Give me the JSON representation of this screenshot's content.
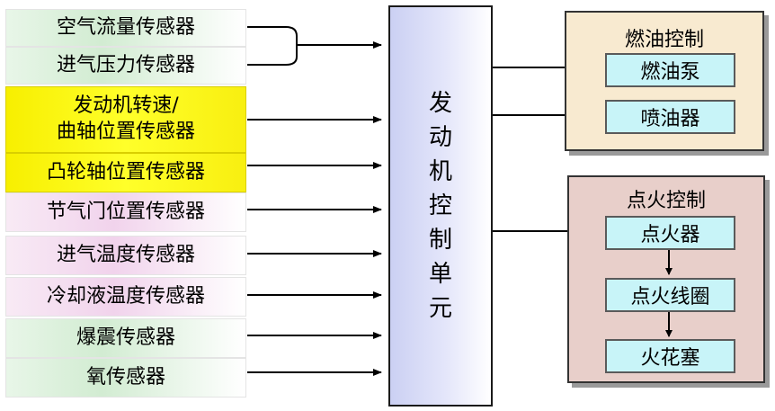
{
  "sensors": [
    "空气流量传感器",
    "进气压力传感器",
    "发动机转速/",
    "曲轴位置传感器",
    "凸轮轴位置传感器",
    "节气门位置传感器",
    "进气温度传感器",
    "冷却液温度传感器",
    "爆震传感器",
    "氧传感器"
  ],
  "ecu": {
    "label": "发动机控制单元"
  },
  "fuel_control": {
    "title": "燃油控制",
    "items": [
      "燃油泵",
      "喷油器"
    ]
  },
  "ignition_control": {
    "title": "点火控制",
    "items": [
      "点火器",
      "点火线圈",
      "火花塞"
    ]
  },
  "colors": {
    "sensor_green": "#d2ecd2",
    "sensor_yellow": "#ffff2a",
    "sensor_pink": "#f1d3ec",
    "ecu": "#cbd0f3",
    "fuel_group": "#f8ead0",
    "ignition_group": "#e8cfca",
    "actuator": "#c8f4f8"
  }
}
